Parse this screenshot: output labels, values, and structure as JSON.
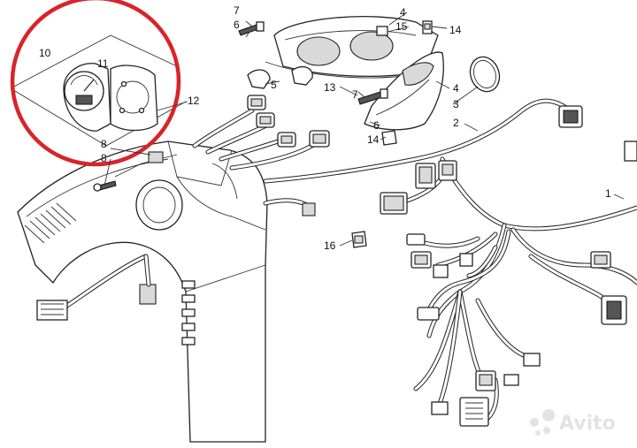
{
  "diagram": {
    "callouts": [
      {
        "id": "c10",
        "label": "10"
      },
      {
        "id": "c11",
        "label": "11"
      },
      {
        "id": "c12",
        "label": "12"
      },
      {
        "id": "c8a",
        "label": "8"
      },
      {
        "id": "c8b",
        "label": "8"
      },
      {
        "id": "c7a",
        "label": "7"
      },
      {
        "id": "c6a",
        "label": "6"
      },
      {
        "id": "c5",
        "label": "5"
      },
      {
        "id": "c4a",
        "label": "4"
      },
      {
        "id": "c15",
        "label": "15"
      },
      {
        "id": "c14a",
        "label": "14"
      },
      {
        "id": "c13",
        "label": "13"
      },
      {
        "id": "c7b",
        "label": "7"
      },
      {
        "id": "c4b",
        "label": "4"
      },
      {
        "id": "c3",
        "label": "3"
      },
      {
        "id": "c6b",
        "label": "6"
      },
      {
        "id": "c14b",
        "label": "14"
      },
      {
        "id": "c2",
        "label": "2"
      },
      {
        "id": "c1",
        "label": "1"
      },
      {
        "id": "c16",
        "label": "16"
      }
    ],
    "highlight_color": "#d9232a"
  },
  "watermark": {
    "text": "Avito",
    "color": "#e3e3e3"
  }
}
